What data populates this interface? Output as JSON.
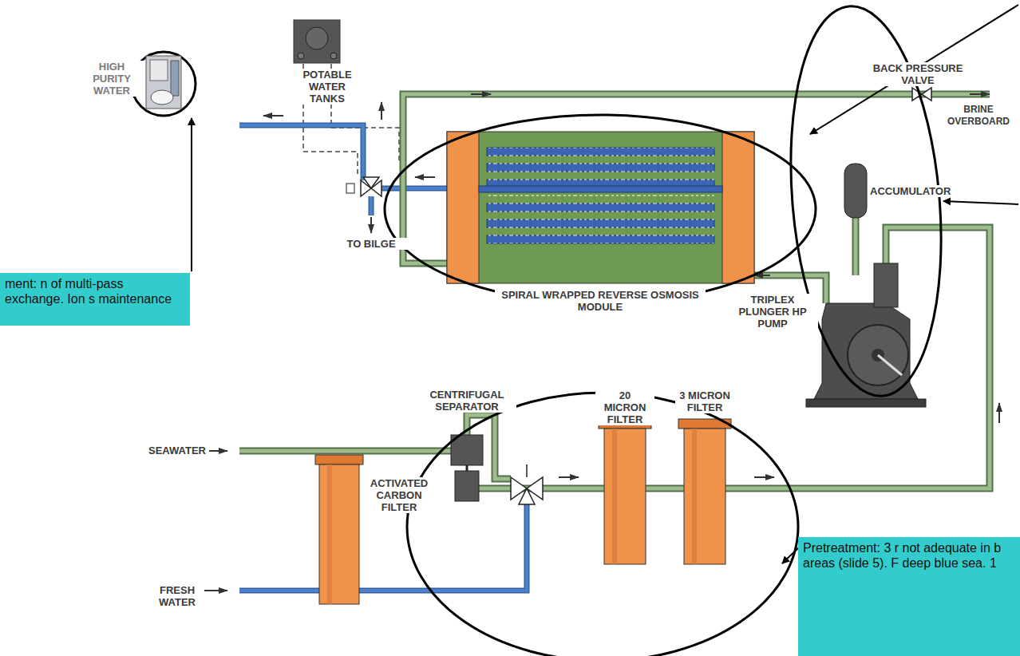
{
  "diagram": {
    "nodes": [
      {
        "text": [
          "ment: n of multi-pass exchange. Ion s maintenance"
        ]
      },
      {
        "text": [
          "Pretreatment: 3 r not adequate in b areas (slide 5). F deep blue sea. 1"
        ]
      }
    ],
    "labels": [
      "HIGH PURITY WATER",
      "POTABLE WATER TANKS",
      "TO BILGE",
      "BACK PRESSURE VALVE",
      "BRINE OVERBOARD",
      "ACCUMULATOR",
      "SPIRAL WRAPPED REVERSE OSMOSIS MODULE",
      "TRIPLEX PLUNGER HP PUMP",
      "CENTRIFUGAL SEPARATOR",
      "SEAWATER",
      "20 MICRON FILTER",
      "3 MICRON FILTER",
      "ACTIVATED CARBON FILTER",
      "FRESH WATER"
    ]
  }
}
